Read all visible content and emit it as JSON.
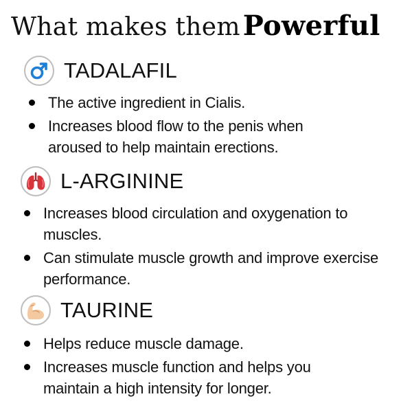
{
  "title": {
    "light": "What makes them",
    "bold": "Powerful"
  },
  "sections": [
    {
      "icon": "male-symbol-icon",
      "heading": "TADALAFIL",
      "bullets": [
        "The active ingredient in Cialis.",
        "Increases blood flow to the penis when aroused to help maintain erections."
      ]
    },
    {
      "icon": "lungs-icon",
      "heading": "L-ARGININE",
      "bullets": [
        "Increases blood circulation and oxygenation to muscles.",
        "Can stimulate muscle growth and improve exercise performance."
      ]
    },
    {
      "icon": "flexed-biceps-icon",
      "heading": "TAURINE",
      "bullets": [
        "Helps reduce muscle damage.",
        "Increases muscle function and helps you maintain a high intensity for longer."
      ]
    }
  ],
  "colors": {
    "male_symbol": "#1e7fd6",
    "lungs": "#d9343a",
    "biceps_skin": "#f4c9a0",
    "text": "#111111"
  }
}
